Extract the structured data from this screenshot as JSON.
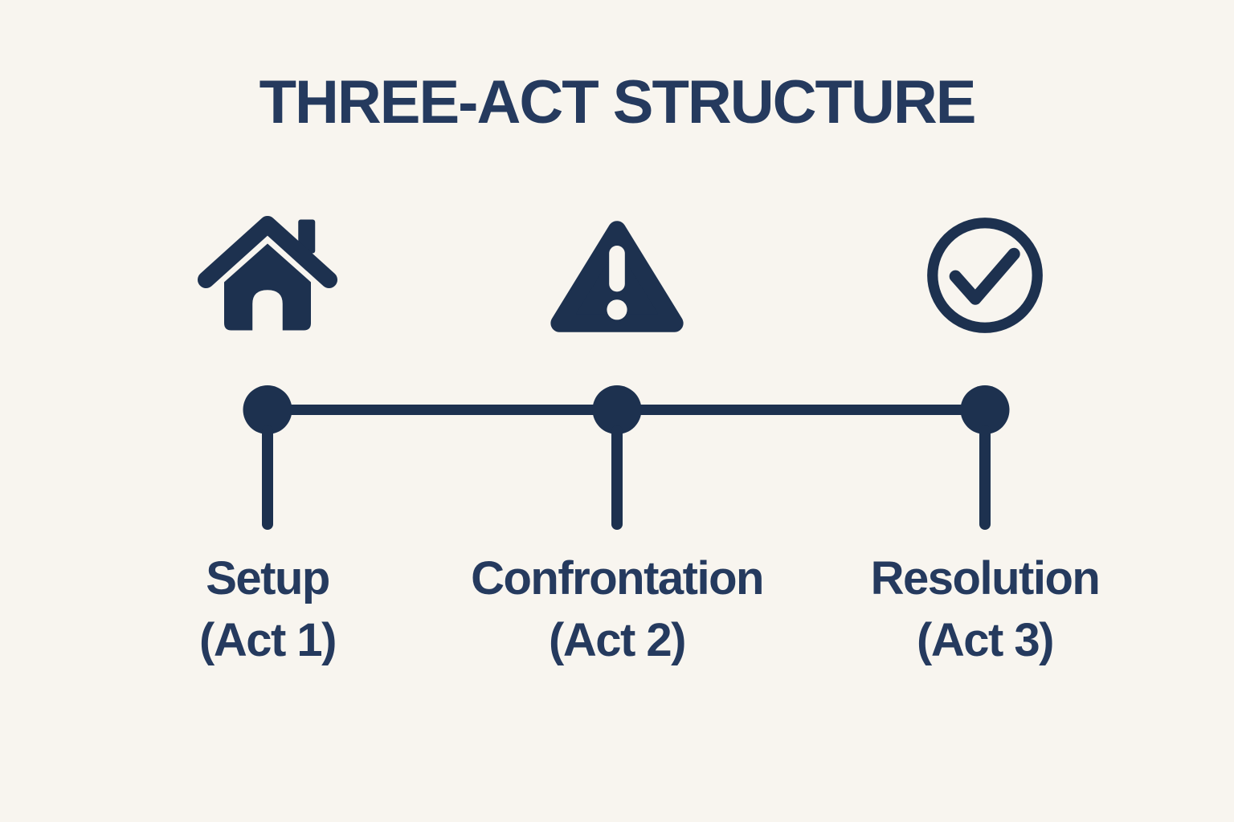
{
  "title": "THREE-ACT STRUCTURE",
  "colors": {
    "background": "#f8f5ef",
    "shape": "#1d314f",
    "text": "#253a5e"
  },
  "stages": [
    {
      "name": "setup",
      "icon": "house-icon",
      "label": "Setup",
      "act": "(Act 1)"
    },
    {
      "name": "confrontation",
      "icon": "warning-triangle-icon",
      "label": "Confrontation",
      "act": "(Act 2)"
    },
    {
      "name": "resolution",
      "icon": "check-circle-icon",
      "label": "Resolution",
      "act": "(Act 3)"
    }
  ]
}
